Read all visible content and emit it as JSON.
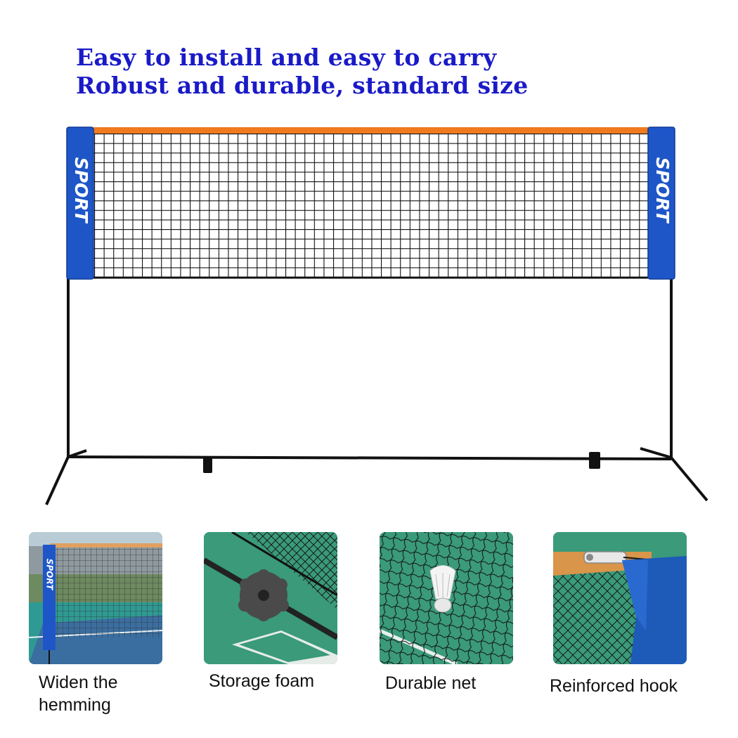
{
  "headline": {
    "line1": "Easy to install and easy to carry",
    "line2": "Robust and durable, standard size"
  },
  "product": {
    "left_pole_label": "SPORT",
    "right_pole_label": "SPORT",
    "colors": {
      "band": "#f07a1e",
      "pole_cover": "#1e56c8",
      "net": "#111111",
      "frame": "#111111"
    }
  },
  "features": [
    {
      "caption": "Widen the hemming",
      "caption_line1": "Widen the",
      "caption_line2": "hemming",
      "label": "SPORT",
      "icon": "pole-cover-photo"
    },
    {
      "caption": "Storage foam",
      "icon": "storage-foam-photo"
    },
    {
      "caption": "Durable net",
      "icon": "shuttlecock-photo"
    },
    {
      "caption": "Reinforced hook",
      "icon": "hook-photo"
    }
  ]
}
